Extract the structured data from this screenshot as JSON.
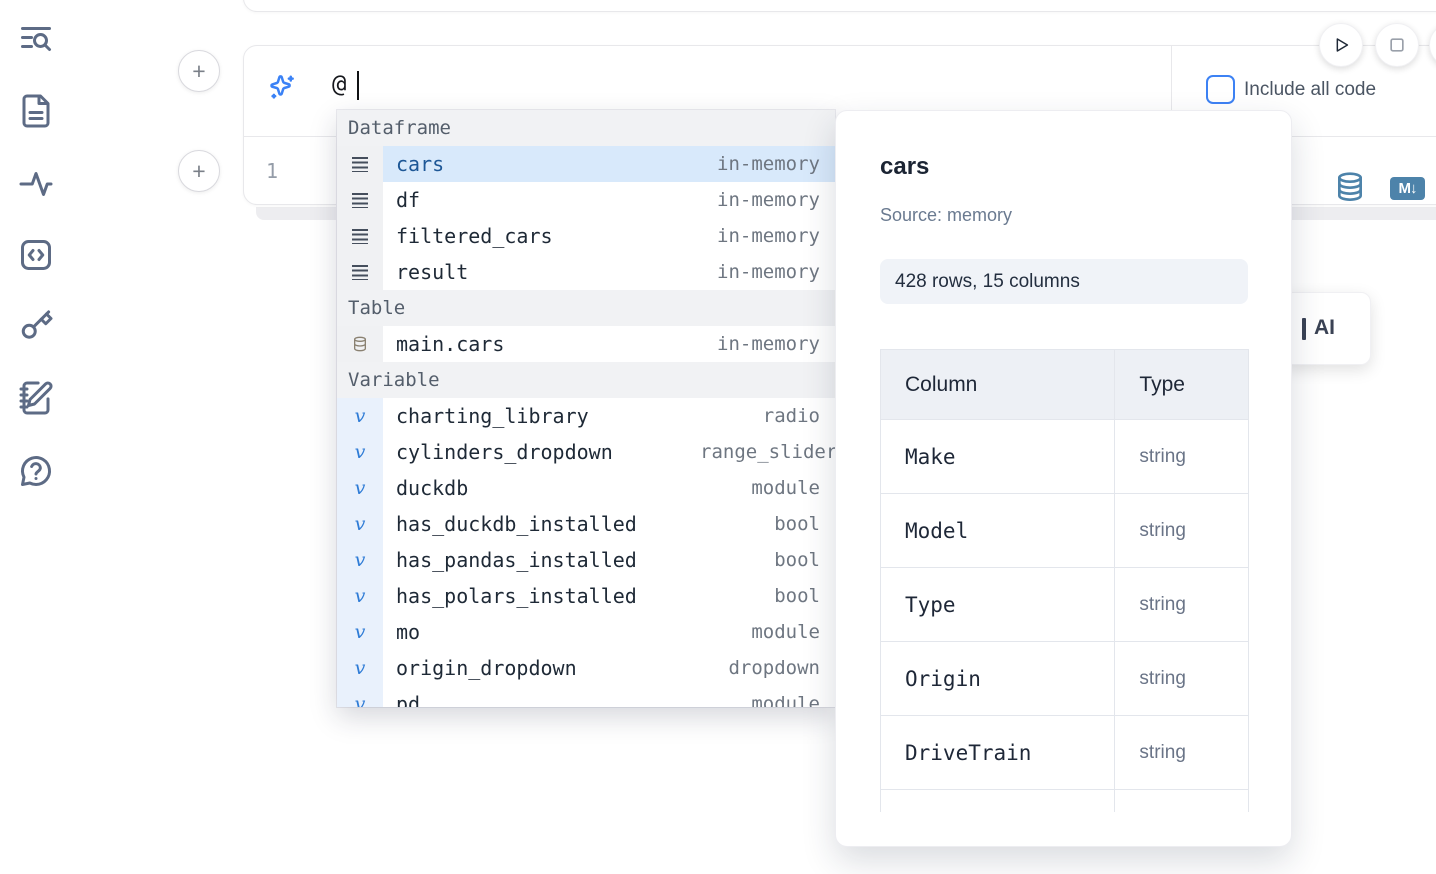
{
  "colors": {
    "accent_blue": "#3b82f6",
    "selection_bg": "#d8e9fb",
    "selection_text": "#1d5796",
    "cell_action_blue": "#4d83aa",
    "sidebar_icon": "#5d6b85"
  },
  "sidebar": {
    "icons": [
      "text-search",
      "file-document",
      "activity",
      "code-square",
      "key",
      "notebook-pen",
      "help-chat"
    ]
  },
  "top_bar": {
    "include_all_code_label": "Include all code",
    "include_all_code_checked": false
  },
  "prompt": {
    "value": "@"
  },
  "editor": {
    "line_number": "1",
    "markdown_icon_label": "M↓"
  },
  "ai_card": {
    "label": "AI"
  },
  "autocomplete": {
    "sections": [
      {
        "label": "Dataframe",
        "items": [
          {
            "name": "cars",
            "type": "in-memory",
            "selected": true
          },
          {
            "name": "df",
            "type": "in-memory"
          },
          {
            "name": "filtered_cars",
            "type": "in-memory"
          },
          {
            "name": "result",
            "type": "in-memory"
          }
        ]
      },
      {
        "label": "Table",
        "items": [
          {
            "name": "main.cars",
            "type": "in-memory"
          }
        ]
      },
      {
        "label": "Variable",
        "items": [
          {
            "name": "charting_library",
            "type": "radio"
          },
          {
            "name": "cylinders_dropdown",
            "type": "range_slider"
          },
          {
            "name": "duckdb",
            "type": "module"
          },
          {
            "name": "has_duckdb_installed",
            "type": "bool"
          },
          {
            "name": "has_pandas_installed",
            "type": "bool"
          },
          {
            "name": "has_polars_installed",
            "type": "bool"
          },
          {
            "name": "mo",
            "type": "module"
          },
          {
            "name": "origin_dropdown",
            "type": "dropdown"
          },
          {
            "name": "pd",
            "type": "module"
          }
        ]
      }
    ]
  },
  "preview": {
    "title": "cars",
    "source_label": "Source: memory",
    "shape_label": "428 rows, 15 columns",
    "columns_header": [
      "Column",
      "Type"
    ],
    "rows": [
      {
        "column": "Make",
        "type": "string"
      },
      {
        "column": "Model",
        "type": "string"
      },
      {
        "column": "Type",
        "type": "string"
      },
      {
        "column": "Origin",
        "type": "string"
      },
      {
        "column": "DriveTrain",
        "type": "string"
      }
    ]
  }
}
